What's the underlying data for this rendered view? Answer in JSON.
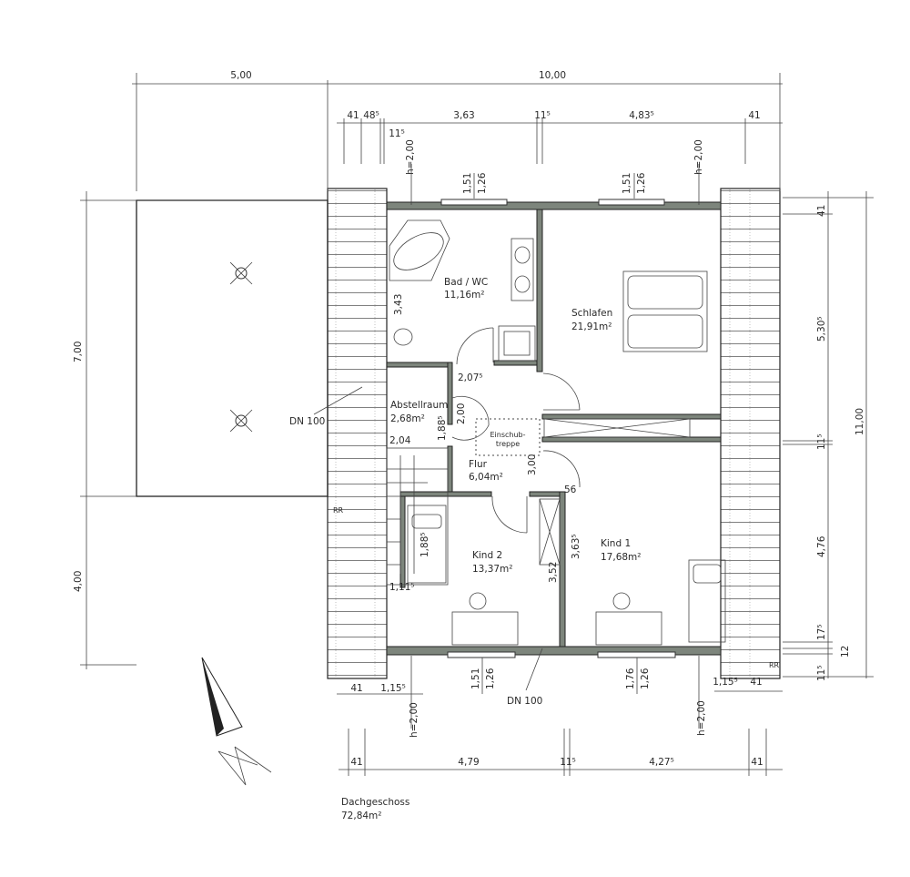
{
  "plan": {
    "title": "Dachgeschoss",
    "total_area": "72,84m²"
  },
  "rooms": {
    "bad": {
      "name": "Bad / WC",
      "area": "11,16m²"
    },
    "schlafen": {
      "name": "Schlafen",
      "area": "21,91m²"
    },
    "abstellraum": {
      "name": "Abstellraum",
      "area": "2,68m²"
    },
    "flur": {
      "name": "Flur",
      "area": "6,04m²"
    },
    "kind2": {
      "name": "Kind 2",
      "area": "13,37m²"
    },
    "kind1": {
      "name": "Kind 1",
      "area": "17,68m²"
    },
    "einschub": {
      "line1": "Einschub-",
      "line2": "treppe"
    }
  },
  "dims_top": {
    "overall_left": "5,00",
    "overall_right": "10,00",
    "d1": "41",
    "d2": "48⁵",
    "d3": "11⁵",
    "d4": "3,63",
    "d5": "11⁵",
    "d6": "4,83⁵",
    "d7": "41",
    "h_left": "h=2,00",
    "h_right": "h=2,00",
    "win1_a": "1,51",
    "win1_b": "1,26",
    "win2_a": "1,51",
    "win2_b": "1,26"
  },
  "dims_left": {
    "upper": "7,00",
    "lower": "4,00"
  },
  "dims_right": {
    "d1": "41",
    "d2": "5,30⁵",
    "d3": "11⁵",
    "d4": "4,76",
    "d5": "17⁵",
    "d6": "12",
    "d7": "11⁵",
    "overall": "11,00"
  },
  "dims_bottom": {
    "a1": "41",
    "a2": "1,15⁵",
    "b1": "1,15⁵",
    "b2": "41",
    "win1_a": "1,51",
    "win1_b": "1,26",
    "win2_a": "1,76",
    "win2_b": "1,26",
    "h_left": "h=2,00",
    "h_right": "h=2,00",
    "d1": "41",
    "d2": "4,79",
    "d3": "11⁵",
    "d4": "4,27⁵",
    "d5": "41"
  },
  "dims_inner": {
    "bad_height": "3,43",
    "flur_door": "2,07⁵",
    "abst_w": "2,04",
    "abst_h": "1,88⁵",
    "flur_h": "2,00",
    "flur_v": "3,00",
    "flur_56": "56",
    "kind2_bed": "1,88⁵",
    "kind2_v": "3,52",
    "kind1_v": "3,63⁵",
    "stair": "1,11⁵"
  },
  "labels": {
    "dn_left": "DN 100",
    "dn_bottom": "DN 100",
    "rr_left": "RR",
    "rr_right": "RR"
  }
}
